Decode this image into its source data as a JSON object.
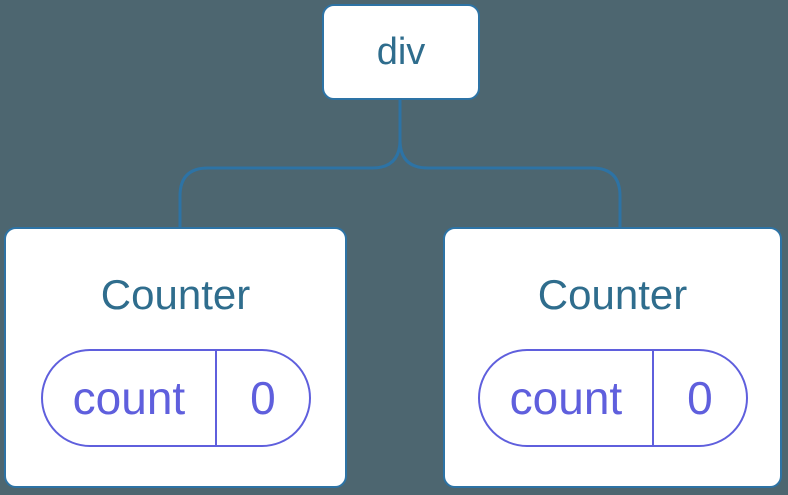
{
  "diagram": {
    "description": "Component tree diagram: a div root element with two Counter component children, each holding a count state of 0",
    "root": {
      "label": "div"
    },
    "children": [
      {
        "title": "Counter",
        "state": {
          "key": "count",
          "value": "0"
        }
      },
      {
        "title": "Counter",
        "state": {
          "key": "count",
          "value": "0"
        }
      }
    ]
  },
  "colors": {
    "background": "#4d6670",
    "line": "#2d73a5",
    "label_text": "#2f6d8d",
    "state": "#5f5fdd",
    "card_bg": "#ffffff"
  }
}
